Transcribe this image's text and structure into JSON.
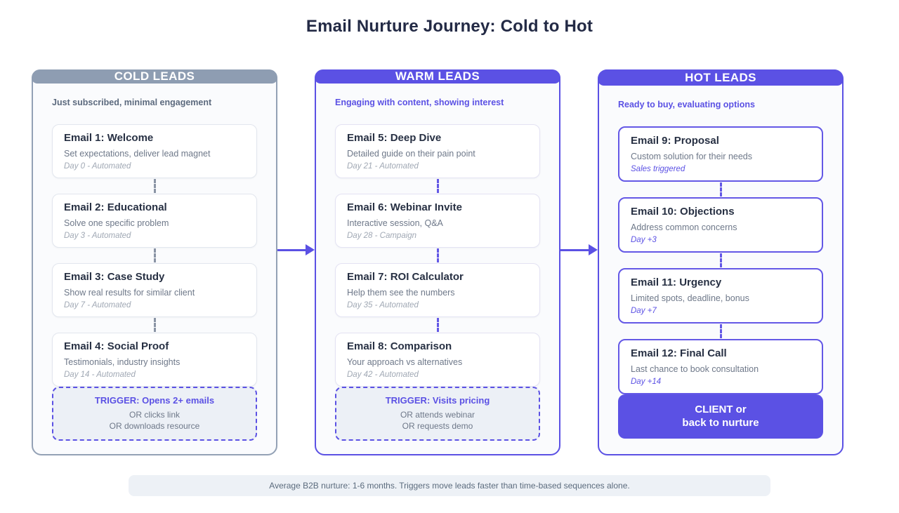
{
  "title": "Email Nurture Journey: Cold to Hot",
  "colors": {
    "accent_purple": "#5B51E4",
    "cold_gray": "#8E9DB2",
    "column_bg": "#FAFBFD",
    "trigger_bg": "#ECF0F6",
    "footer_bg": "#EDF1F6"
  },
  "columns": [
    {
      "header": "COLD LEADS",
      "subtitle": "Just subscribed, minimal engagement",
      "emails": [
        {
          "title": "Email 1: Welcome",
          "desc": "Set expectations, deliver lead magnet",
          "day": "Day 0 - Automated"
        },
        {
          "title": "Email 2: Educational",
          "desc": "Solve one specific problem",
          "day": "Day 3 - Automated"
        },
        {
          "title": "Email 3: Case Study",
          "desc": "Show real results for similar client",
          "day": "Day 7 - Automated"
        },
        {
          "title": "Email 4: Social Proof",
          "desc": "Testimonials, industry insights",
          "day": "Day 14 - Automated"
        }
      ],
      "trigger": {
        "title": "TRIGGER: Opens 2+ emails",
        "line1": "OR clicks link",
        "line2": "OR downloads resource"
      }
    },
    {
      "header": "WARM LEADS",
      "subtitle": "Engaging with content, showing interest",
      "emails": [
        {
          "title": "Email 5: Deep Dive",
          "desc": "Detailed guide on their pain point",
          "day": "Day 21 - Automated"
        },
        {
          "title": "Email 6: Webinar Invite",
          "desc": "Interactive session, Q&A",
          "day": "Day 28 - Campaign"
        },
        {
          "title": "Email 7: ROI Calculator",
          "desc": "Help them see the numbers",
          "day": "Day 35 - Automated"
        },
        {
          "title": "Email 8: Comparison",
          "desc": "Your approach vs alternatives",
          "day": "Day 42 - Automated"
        }
      ],
      "trigger": {
        "title": "TRIGGER: Visits pricing",
        "line1": "OR attends webinar",
        "line2": "OR requests demo"
      }
    },
    {
      "header": "HOT LEADS",
      "subtitle": "Ready to buy, evaluating options",
      "emails": [
        {
          "title": "Email 9: Proposal",
          "desc": "Custom solution for their needs",
          "day": "Sales triggered"
        },
        {
          "title": "Email 10: Objections",
          "desc": "Address common concerns",
          "day": "Day +3"
        },
        {
          "title": "Email 11: Urgency",
          "desc": "Limited spots, deadline, bonus",
          "day": "Day +7"
        },
        {
          "title": "Email 12: Final Call",
          "desc": "Last chance to book consultation",
          "day": "Day +14"
        }
      ],
      "cta": {
        "line1": "CLIENT or",
        "line2": "back to nurture"
      }
    }
  ],
  "footer": "Average B2B nurture: 1-6 months. Triggers move leads faster than time-based sequences alone."
}
